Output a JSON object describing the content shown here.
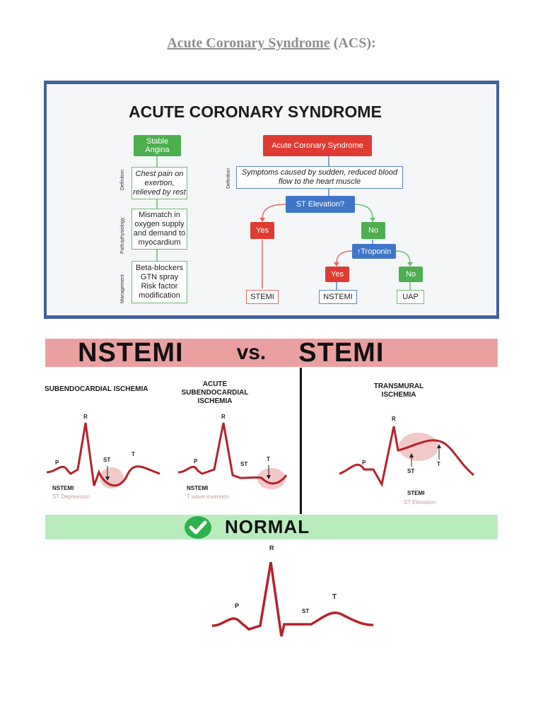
{
  "title": {
    "main": "Acute Coronary Syndrome",
    "suffix": " (ACS):"
  },
  "flowchart": {
    "heading": "ACUTE CORONARY SYNDROME",
    "stable": {
      "header": "Stable Angina",
      "definition_label": "Definition",
      "definition": "Chest pain on exertion, relieved by rest",
      "patho_label": "Pathophysiology",
      "patho": "Mismatch in oxygen supply and demand to myocardium",
      "mgmt_label": "Management",
      "mgmt": "Beta-blockers GTN spray Risk factor modification"
    },
    "acs": {
      "header": "Acute Coronary Syndrome",
      "definition_label": "Definition",
      "definition": "Symptoms caused by sudden, reduced blood flow to the heart muscle",
      "st_question": "ST Elevation?",
      "yes": "Yes",
      "no": "No",
      "troponin": "↑Troponin",
      "yes2": "Yes",
      "no2": "No",
      "stemi": "STEMI",
      "nstemi": "NSTEMI",
      "uap": "UAP"
    },
    "colors": {
      "green": "#4daf4f",
      "red": "#df3b32",
      "blue": "#3f76c7",
      "frame": "#42609c"
    }
  },
  "comparison": {
    "left": "NSTEMI",
    "vs": "vs.",
    "right": "STEMI",
    "banner_color": "#eaa0a0"
  },
  "ecg": {
    "panel1": {
      "title": "SUBENDOCARDIAL ISCHEMIA",
      "r": "R",
      "p": "P",
      "st": "ST",
      "t": "T",
      "name": "NSTEMI",
      "sub": "ST Depression"
    },
    "panel2": {
      "title": "ACUTE SUBENDOCARDIAL ISCHEMIA",
      "r": "R",
      "p": "P",
      "st": "ST",
      "t": "T",
      "name": "NSTEMI",
      "sub": "T wave inversion"
    },
    "panel3": {
      "title": "TRANSMURAL ISCHEMIA",
      "r": "R",
      "p": "P",
      "st": "ST",
      "t": "T",
      "name": "STEMI",
      "sub": "ST Elevation"
    },
    "wave_color": "#b5222a"
  },
  "normal": {
    "label": "NORMAL",
    "r": "R",
    "p": "P",
    "st": "ST",
    "t": "T",
    "banner_color": "#b9ecbd"
  }
}
